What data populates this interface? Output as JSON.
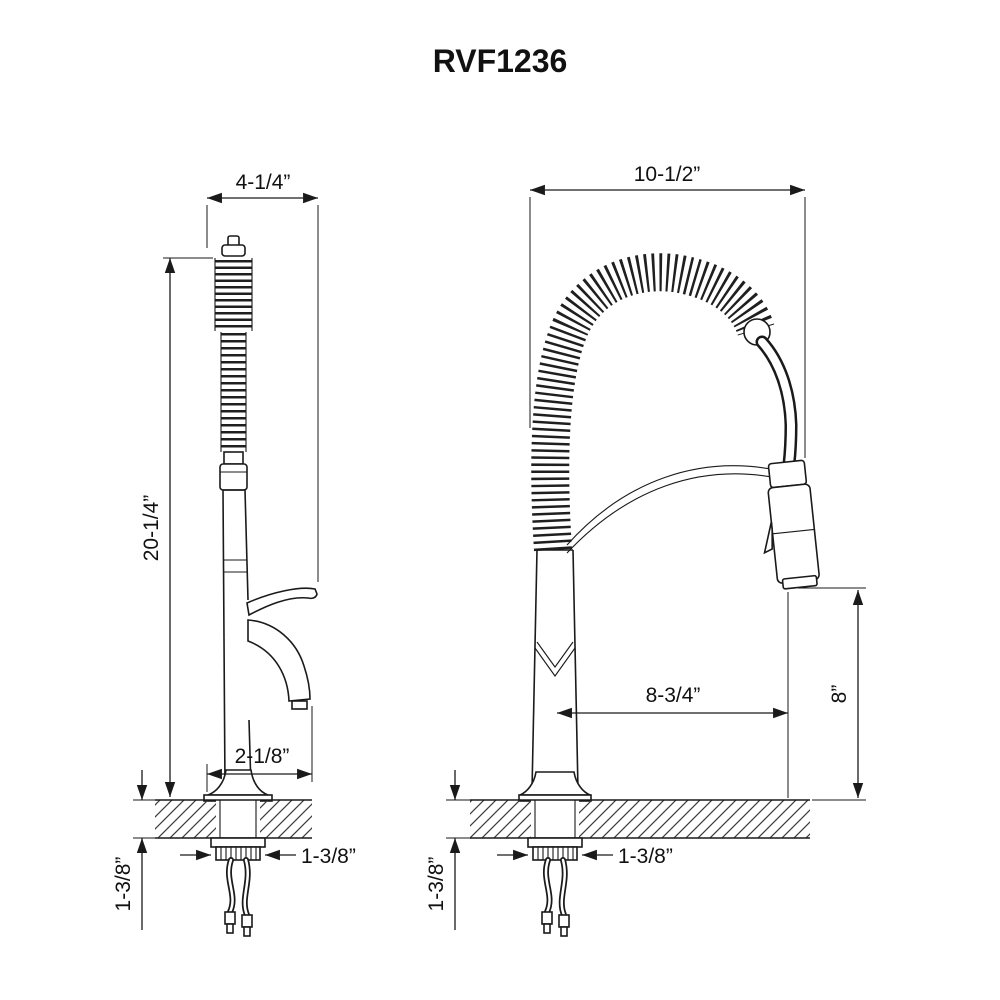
{
  "title": "RVF1236",
  "left_view": {
    "top_width": "4-1/4”",
    "overall_height": "20-1/4”",
    "spout_reach": "2-1/8”",
    "deck_thickness": "1-3/8”",
    "shank_diameter": "1-3/8”"
  },
  "right_view": {
    "top_width": "10-1/2”",
    "spray_reach": "8-3/4”",
    "outlet_height": "8”",
    "deck_thickness": "1-3/8”",
    "shank_diameter": "1-3/8”"
  }
}
